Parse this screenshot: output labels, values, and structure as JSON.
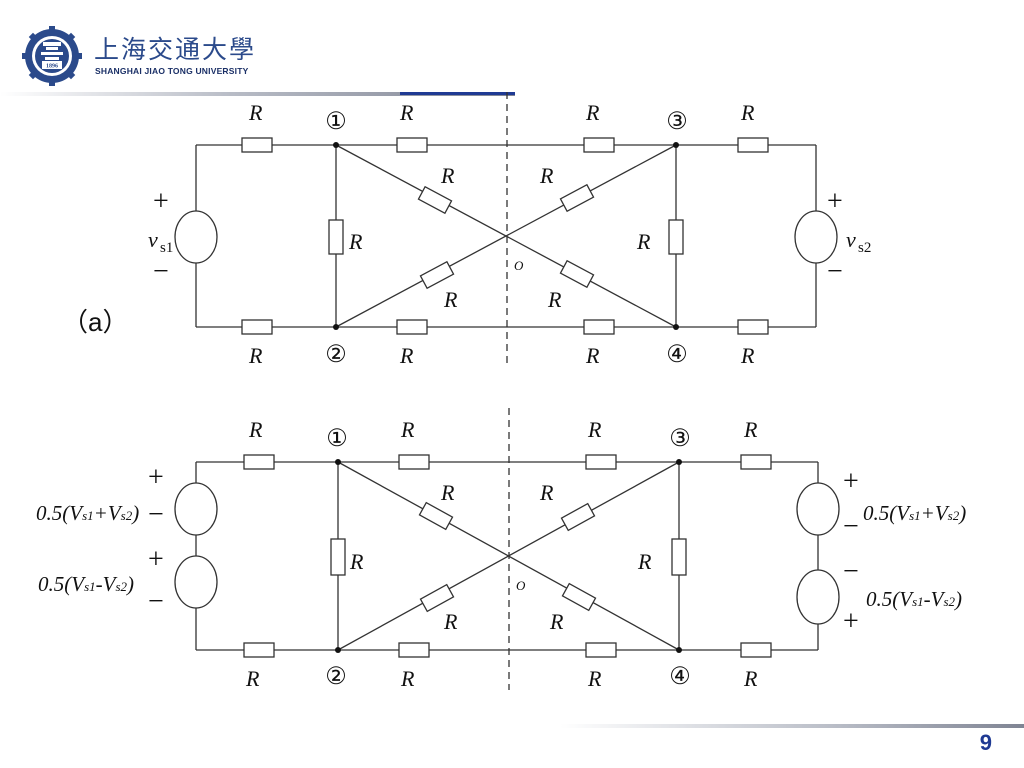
{
  "header": {
    "logo_cn": "上海交通大學",
    "logo_en": "SHANGHAI JIAO TONG UNIVERSITY",
    "logo_year": "1896"
  },
  "footer": {
    "page_number": "9"
  },
  "figure_a": {
    "label": "（a）",
    "resistor_label": "R",
    "nodes": [
      "①",
      "②",
      "③",
      "④"
    ],
    "center_label": "O",
    "source_left": {
      "plus": "+",
      "minus": "−",
      "name": "v",
      "sub": "s1"
    },
    "source_right": {
      "plus": "+",
      "minus": "−",
      "name": "v",
      "sub": "s2"
    }
  },
  "figure_b": {
    "resistor_label": "R",
    "nodes": [
      "①",
      "②",
      "③",
      "④"
    ],
    "center_label": "O",
    "left_top": {
      "plus": "+",
      "minus": "−",
      "text": "0.5(",
      "v1": "V",
      "s1": "s1",
      "op": "+",
      "v2": "V",
      "s2": "s2",
      "close": ")"
    },
    "left_bottom": {
      "plus": "+",
      "minus": "−",
      "text": "0.5(",
      "v1": "V",
      "s1": "s1",
      "op": "-",
      "v2": "V",
      "s2": "s2",
      "close": ")"
    },
    "right_top": {
      "plus": "+",
      "minus": "−",
      "text": "0.5(",
      "v1": "V",
      "s1": "s1",
      "op": "+",
      "v2": "V",
      "s2": "s2",
      "close": ")"
    },
    "right_bottom": {
      "plus": "+",
      "minus": "−",
      "text": "0.5(",
      "v1": "V",
      "s1": "s1",
      "op": "-",
      "v2": "V",
      "s2": "s2",
      "close": ")"
    }
  }
}
